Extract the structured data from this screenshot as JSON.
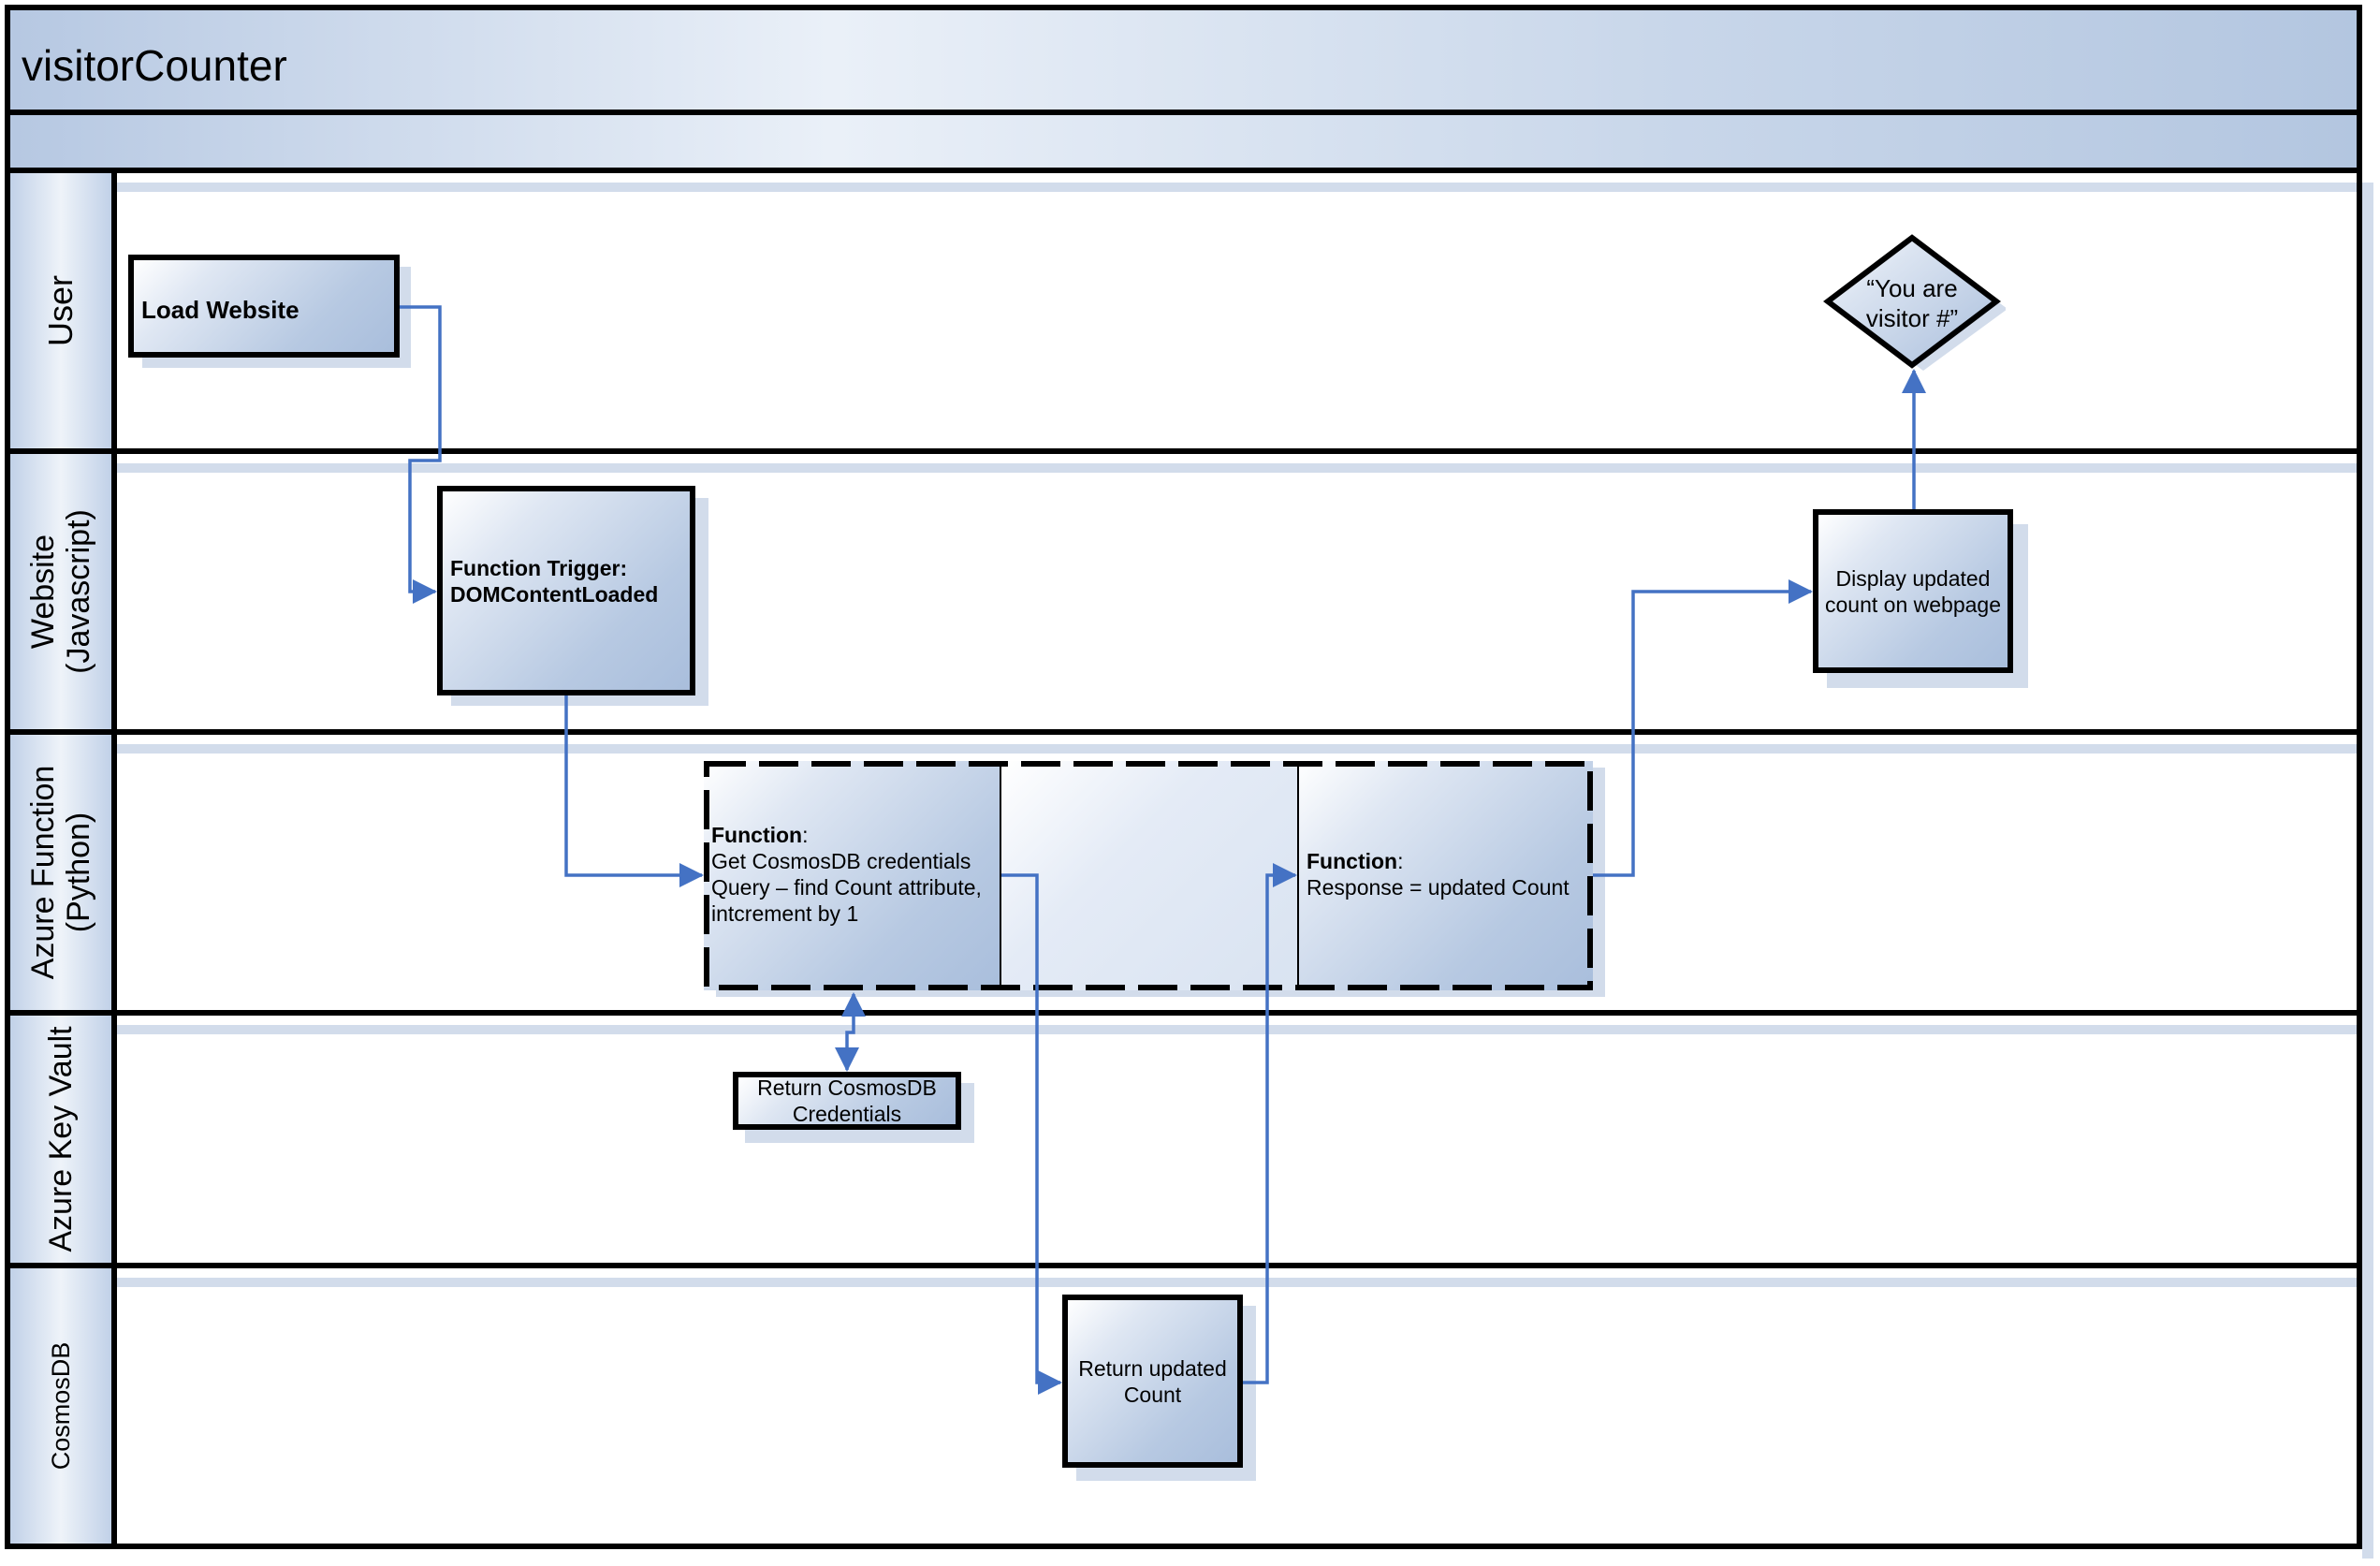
{
  "pool": {
    "title": "visitorCounter"
  },
  "lanes": [
    {
      "label": [
        "User"
      ]
    },
    {
      "label": [
        "Website",
        "(Javascript)"
      ]
    },
    {
      "label": [
        "Azure Function",
        "(Python)"
      ]
    },
    {
      "label": [
        "Azure Key Vault"
      ]
    },
    {
      "label": [
        "CosmosDB"
      ]
    }
  ],
  "nodes": {
    "load_website": {
      "lines": [
        "Load Website"
      ]
    },
    "function_trigger": {
      "lines": [
        "Function Trigger:",
        "DOMContentLoaded"
      ]
    },
    "function_get": {
      "heading": "Function",
      "heading_suffix": ":",
      "lines": [
        "Get CosmosDB credentials",
        "Query – find Count attribute,",
        "intcrement by 1"
      ]
    },
    "function_response": {
      "heading": "Function",
      "heading_suffix": ":",
      "lines": [
        "Response = updated Count"
      ]
    },
    "return_credentials": {
      "lines": [
        "Return CosmosDB",
        "Credentials"
      ]
    },
    "return_count": {
      "lines": [
        "Return updated",
        "Count"
      ]
    },
    "display_count": {
      "lines": [
        "Display updated",
        "count on webpage"
      ]
    },
    "visitor_message": {
      "lines": [
        "“You are",
        "visitor #”"
      ]
    }
  },
  "colors": {
    "edge": "#4472c4",
    "lane_fill": "#c6d4e8",
    "border": "#000000"
  }
}
